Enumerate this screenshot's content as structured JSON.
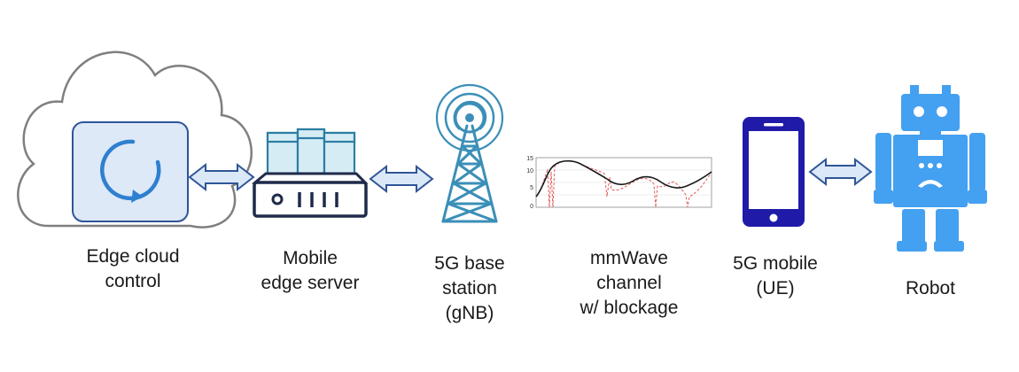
{
  "components": [
    {
      "id": "cloud",
      "icon": "cloud-with-refresh-icon",
      "label_lines": [
        "Edge cloud",
        "control"
      ]
    },
    {
      "id": "server",
      "icon": "server-icon",
      "label_lines": [
        "Mobile",
        "edge server"
      ]
    },
    {
      "id": "gnb",
      "icon": "antenna-tower-icon",
      "label_lines": [
        "5G base",
        "station",
        "(gNB)"
      ]
    },
    {
      "id": "channel",
      "icon": "channel-plot-icon",
      "label_lines": [
        "mmWave",
        "channel",
        "w/ blockage"
      ]
    },
    {
      "id": "ue",
      "icon": "smartphone-icon",
      "label_lines": [
        "5G mobile",
        "(UE)"
      ]
    },
    {
      "id": "robot",
      "icon": "robot-icon",
      "label_lines": [
        "Robot"
      ]
    }
  ],
  "channel_plot": {
    "y_ticks": [
      "15",
      "10",
      "5",
      "0"
    ],
    "colors": {
      "signal": "#1a1a1a",
      "blocked": "#e05a5a"
    }
  },
  "colors": {
    "arrow_fill": "#dbe8f7",
    "arrow_stroke": "#2f5597",
    "cloud_fill": "#dde9f7",
    "cloud_stroke": "#7f7f7f",
    "server_fill": "#d6ecf5",
    "server_stroke": "#2c7ea3",
    "dark_navy": "#1e2a4a",
    "phone_blue": "#1f1ba8",
    "robot_blue": "#44a0f0",
    "tower_blue": "#3b8fb8"
  }
}
